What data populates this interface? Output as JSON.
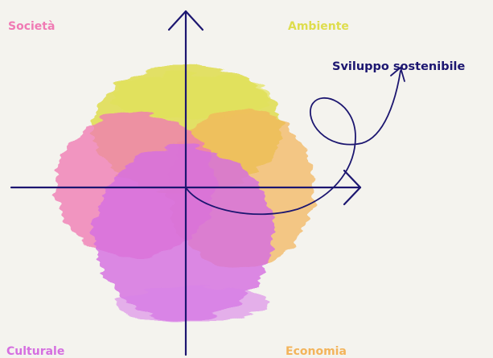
{
  "labels": {
    "societa": "Società",
    "ambiente": "Ambiente",
    "culturale": "Culturale",
    "economia": "Economia",
    "sviluppo": "Sviluppo sostenibile"
  },
  "colors": {
    "background": "#f4f3ee",
    "societa": "#f07ab4",
    "ambiente": "#dedd4d",
    "culturale": "#d56fe0",
    "economia": "#f3b45b",
    "axis": "#1c1670",
    "title": "#1c1670"
  },
  "icons": {
    "axes": "cross-arrows",
    "path": "loop-arrow"
  }
}
